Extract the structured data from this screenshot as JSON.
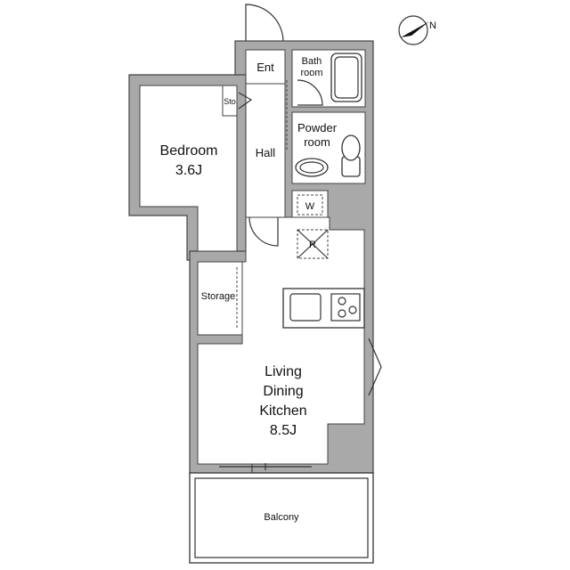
{
  "rooms": {
    "bedroom": {
      "name": "Bedroom",
      "size": "3.6J"
    },
    "ldk": {
      "line1": "Living",
      "line2": "Dining",
      "line3": "Kitchen",
      "size": "8.5J"
    },
    "entrance": "Ent",
    "hall": "Hall",
    "bath": {
      "line1": "Bath",
      "line2": "room"
    },
    "powder": {
      "line1": "Powder",
      "line2": "room"
    },
    "storage": "Storage",
    "small_storage": "Sto",
    "balcony": "Balcony"
  },
  "fixtures": {
    "washer": "W",
    "fridge": "R"
  },
  "compass": {
    "label": "N"
  },
  "colors": {
    "wall": "#a9a9a9",
    "outline": "#444444",
    "background": "#ffffff"
  }
}
